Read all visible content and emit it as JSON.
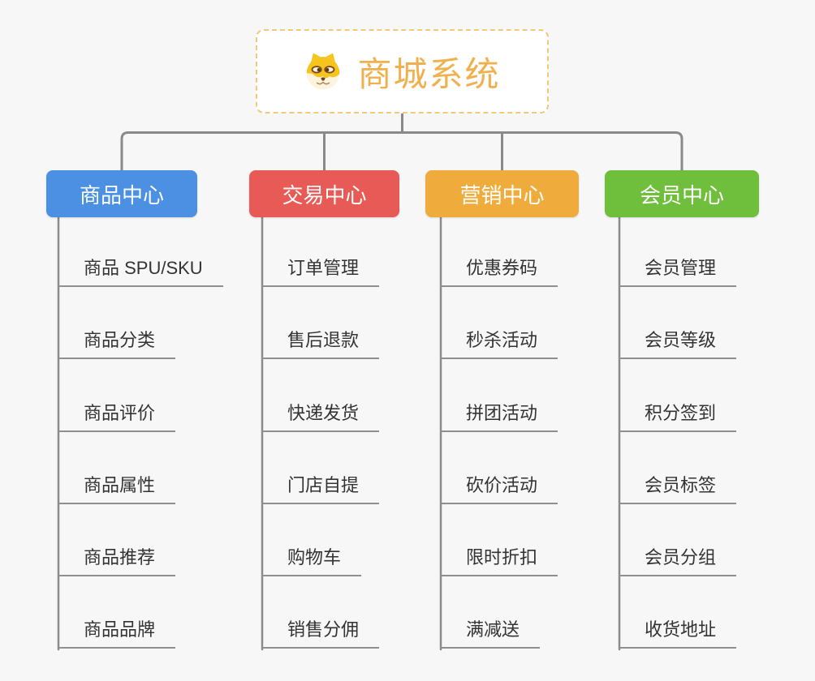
{
  "root": {
    "title": "商城系统",
    "icon": "dog-face-icon"
  },
  "branches": [
    {
      "label": "商品中心",
      "color": "#4b90e2",
      "children": [
        "商品 SPU/SKU",
        "商品分类",
        "商品评价",
        "商品属性",
        "商品推荐",
        "商品品牌"
      ]
    },
    {
      "label": "交易中心",
      "color": "#e85a56",
      "children": [
        "订单管理",
        "售后退款",
        "快递发货",
        "门店自提",
        "购物车",
        "销售分佣"
      ]
    },
    {
      "label": "营销中心",
      "color": "#efac3d",
      "children": [
        "优惠券码",
        "秒杀活动",
        "拼团活动",
        "砍价活动",
        "限时折扣",
        "满减送"
      ]
    },
    {
      "label": "会员中心",
      "color": "#6fbe3c",
      "children": [
        "会员管理",
        "会员等级",
        "积分签到",
        "会员标签",
        "会员分组",
        "收货地址"
      ]
    }
  ],
  "colors": {
    "background": "#f7f7f7",
    "connector": "#8a8a8a",
    "leaf_underline": "#8f8f8f",
    "leaf_text": "#333333",
    "root_text": "#f0b04d",
    "root_border": "#f3c879"
  }
}
